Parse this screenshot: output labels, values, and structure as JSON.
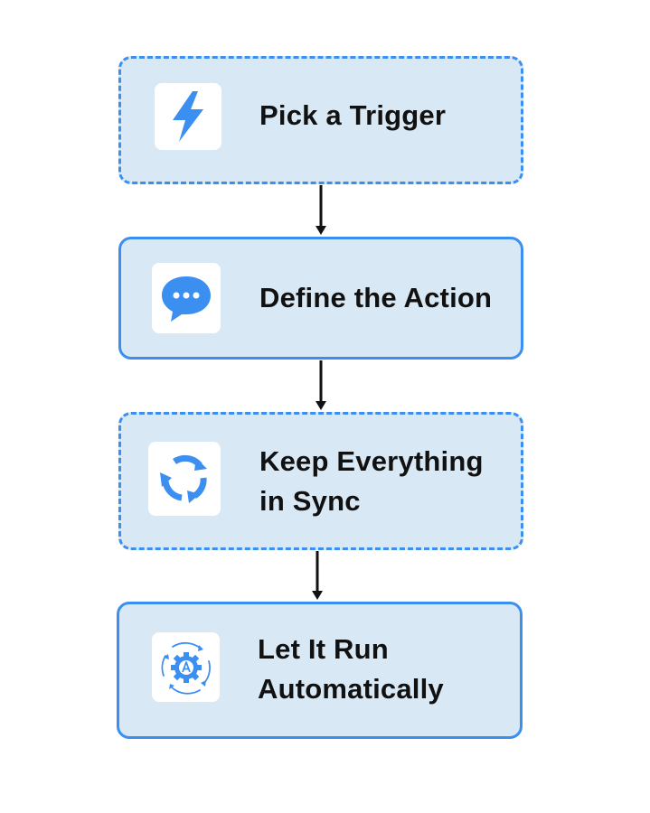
{
  "steps": [
    {
      "id": "pick-trigger",
      "icon": "lightning-bolt-icon",
      "lines": [
        "Pick a Trigger"
      ],
      "border": "dashed"
    },
    {
      "id": "define-action",
      "icon": "chat-bubble-icon",
      "lines": [
        "Define the Action"
      ],
      "border": "solid"
    },
    {
      "id": "keep-in-sync",
      "icon": "sync-arrows-icon",
      "lines": [
        "Keep Everything",
        "in Sync"
      ],
      "border": "dashed"
    },
    {
      "id": "run-automatically",
      "icon": "automation-gear-icon",
      "lines": [
        "Let It Run",
        "Automatically"
      ],
      "border": "solid"
    }
  ],
  "colors": {
    "accent": "#3b8ff0",
    "box_fill": "#d8e8f4",
    "text": "#111111",
    "arrow": "#111111"
  }
}
